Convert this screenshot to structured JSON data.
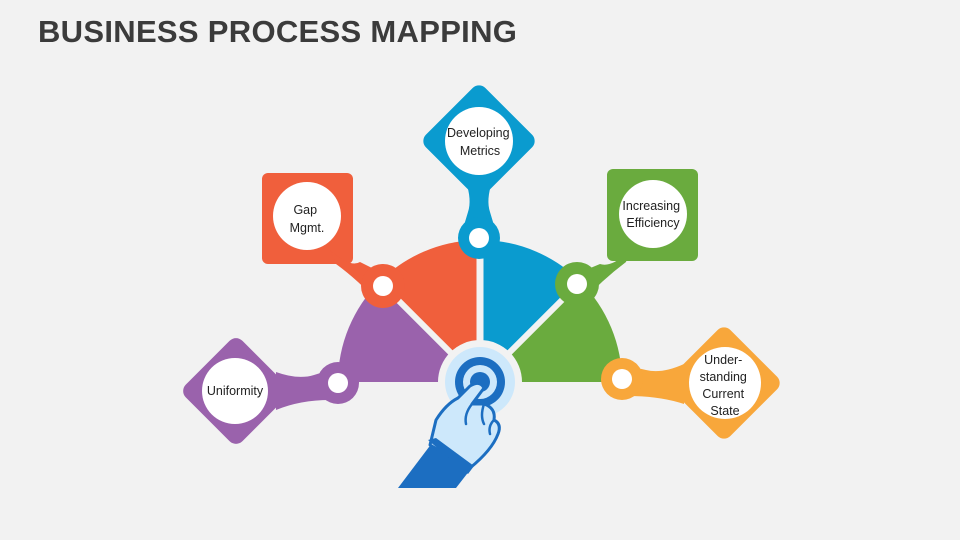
{
  "slide": {
    "title": "BUSINESS PROCESS MAPPING"
  },
  "colors": {
    "purple": "#9a62ac",
    "orange": "#f05f3c",
    "blue": "#0a9bcf",
    "green": "#6aab3e",
    "yellow": "#f8a73b",
    "hand": "#1c6ec1",
    "hand_light": "#cde8fb"
  },
  "items": [
    {
      "key": "uniformity",
      "lines": [
        "Uniformity"
      ]
    },
    {
      "key": "gap",
      "lines": [
        "Gap",
        "Mgmt."
      ]
    },
    {
      "key": "metrics",
      "lines": [
        "Developing",
        "Metrics"
      ]
    },
    {
      "key": "efficiency",
      "lines": [
        "Increasing",
        "Efficiency"
      ]
    },
    {
      "key": "understanding",
      "lines": [
        "Under-",
        "standing",
        "Current",
        "State"
      ]
    }
  ]
}
